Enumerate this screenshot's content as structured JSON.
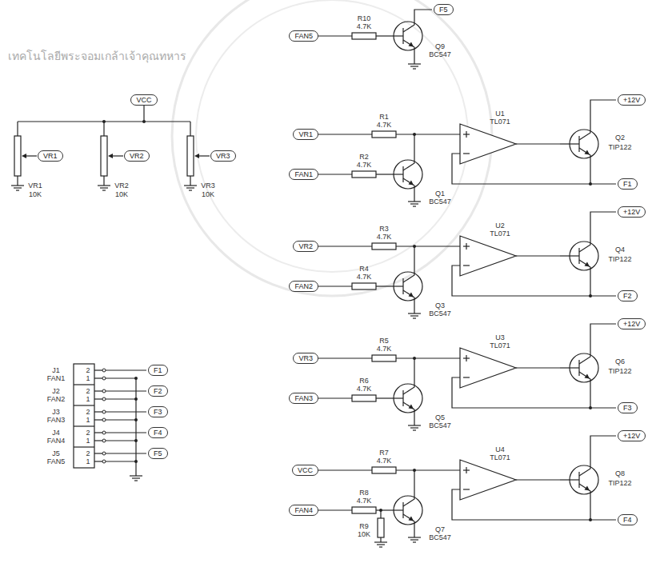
{
  "diagram": {
    "nodes": [
      {
        "text": [
          "VCC"
        ]
      },
      {
        "text": [
          "VR1"
        ]
      },
      {
        "text": [
          "VR2"
        ]
      },
      {
        "text": [
          "VR3"
        ]
      },
      {
        "text": [
          "F1"
        ]
      },
      {
        "text": [
          "F2"
        ]
      },
      {
        "text": [
          "F3"
        ]
      },
      {
        "text": [
          "F4"
        ]
      },
      {
        "text": [
          "F5"
        ]
      },
      {
        "text": [
          "FAN5"
        ]
      },
      {
        "text": [
          "F5"
        ]
      },
      {
        "text": [
          "VR1"
        ]
      },
      {
        "text": [
          "FAN1"
        ]
      },
      {
        "text": [
          "+12V"
        ]
      },
      {
        "text": [
          "F1"
        ]
      },
      {
        "text": [
          "VR2"
        ]
      },
      {
        "text": [
          "FAN2"
        ]
      },
      {
        "text": [
          "+12V"
        ]
      },
      {
        "text": [
          "F2"
        ]
      },
      {
        "text": [
          "VR3"
        ]
      },
      {
        "text": [
          "FAN3"
        ]
      },
      {
        "text": [
          "+12V"
        ]
      },
      {
        "text": [
          "F3"
        ]
      },
      {
        "text": [
          "VCC"
        ]
      },
      {
        "text": [
          "FAN4"
        ]
      },
      {
        "text": [
          "+12V"
        ]
      },
      {
        "text": [
          "F4"
        ]
      }
    ],
    "labels": [
      "เทคโนโลยีพระจอมเกล้าเจ้าคุณทหาร",
      "VR1",
      "10K",
      "VR2",
      "10K",
      "VR3",
      "10K",
      "J1",
      "FAN1",
      "2",
      "1",
      "J2",
      "FAN2",
      "2",
      "1",
      "J3",
      "FAN3",
      "2",
      "1",
      "J4",
      "FAN4",
      "2",
      "1",
      "J5",
      "FAN5",
      "2",
      "1",
      "R10",
      "4.7K",
      "Q9",
      "BC547",
      "R1",
      "4.7K",
      "R2",
      "4.7K",
      "Q1",
      "BC547",
      "U1",
      "TL071",
      "Q2",
      "TIP122",
      "R3",
      "4.7K",
      "R4",
      "4.7K",
      "Q3",
      "BC547",
      "U2",
      "TL071",
      "Q4",
      "TIP122",
      "R5",
      "4.7K",
      "R6",
      "4.7K",
      "Q5",
      "BC547",
      "U3",
      "TL071",
      "Q6",
      "TIP122",
      "R7",
      "4.7K",
      "R8",
      "4.7K",
      "Q7",
      "BC547",
      "U4",
      "TL071",
      "Q8",
      "TIP122",
      "R9",
      "10K"
    ]
  }
}
